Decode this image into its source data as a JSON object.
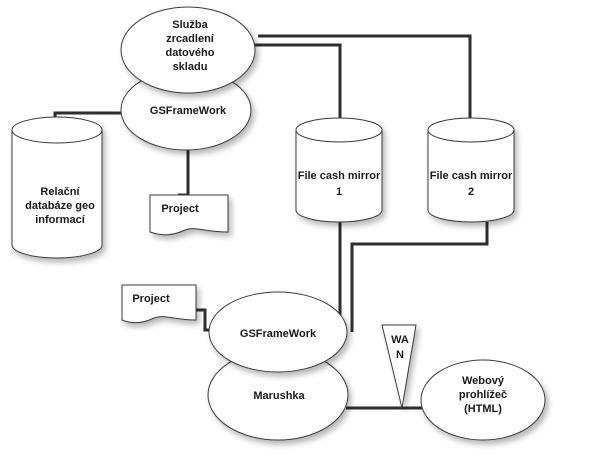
{
  "nodes": {
    "mirror_service": {
      "lines": [
        "Služba",
        "zrcadlení",
        "datového",
        "skladu"
      ]
    },
    "gsframework_top": {
      "label": "GSFrameWork"
    },
    "relational_db": {
      "lines": [
        "Relační",
        "databáze geo",
        "informací"
      ]
    },
    "project_top": {
      "label": "Project"
    },
    "cache_mirror_1": {
      "lines": [
        "File cash mirror",
        "1"
      ]
    },
    "cache_mirror_2": {
      "lines": [
        "File cash mirror",
        "2"
      ]
    },
    "project_bottom": {
      "label": "Project"
    },
    "gsframework_bottom": {
      "label": "GSFrameWork"
    },
    "marushka": {
      "label": "Marushka"
    },
    "wan": {
      "lines": [
        "WA",
        "N"
      ]
    },
    "web_browser": {
      "lines": [
        "Webový",
        "prohlížeč",
        "(HTML)"
      ]
    }
  }
}
